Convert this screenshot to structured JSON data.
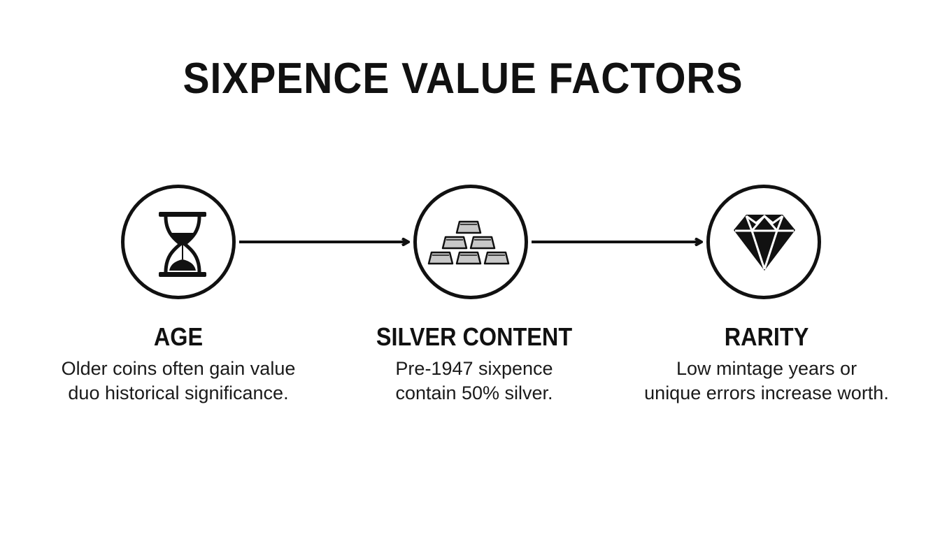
{
  "title": "SIXPENCE VALUE FACTORS",
  "steps": [
    {
      "icon": "hourglass-icon",
      "label": "AGE",
      "description_lines": [
        "Older coins often gain value",
        "duo historical significance."
      ]
    },
    {
      "icon": "silver-bars-icon",
      "label": "SILVER CONTENT",
      "description_lines": [
        "Pre-1947 sixpence",
        "contain 50% silver."
      ]
    },
    {
      "icon": "diamond-icon",
      "label": "RARITY",
      "description_lines": [
        "Low mintage years or",
        "unique errors increase worth."
      ]
    }
  ],
  "colors": {
    "ink": "#111111",
    "silver": "#c8c8c8",
    "background": "#ffffff"
  }
}
